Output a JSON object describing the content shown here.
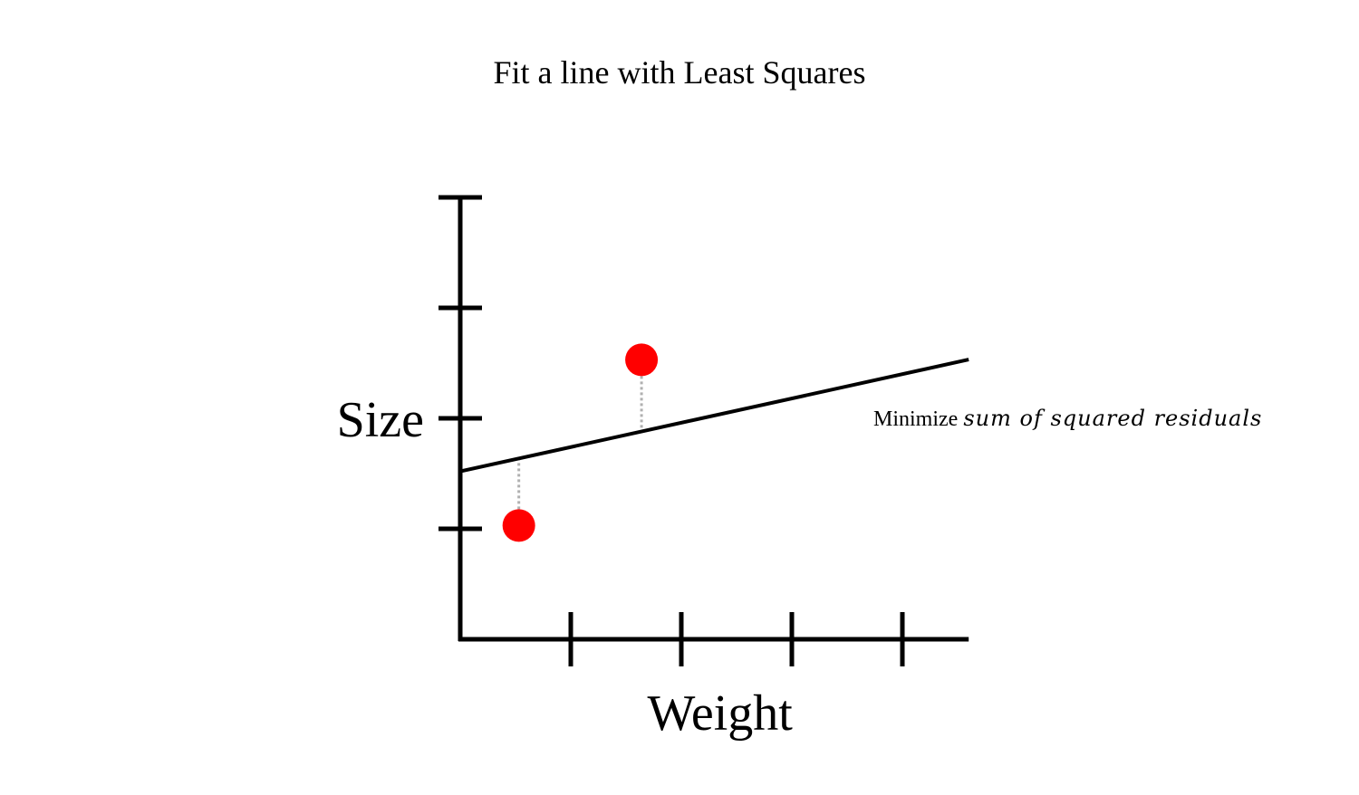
{
  "figure": {
    "title_plain": "Fit a line with ",
    "title_strong": "Least Squares",
    "annotation_plain": "Minimize ",
    "annotation_italic": "sum of squared residuals"
  },
  "chart_data": {
    "type": "scatter",
    "xlabel": "Weight",
    "ylabel": "Size",
    "xlim": [
      0,
      4.6
    ],
    "ylim": [
      0,
      4
    ],
    "x_ticks": [
      1,
      2,
      3,
      4
    ],
    "y_ticks": [
      1,
      2,
      3,
      4
    ],
    "grid": false,
    "points": [
      {
        "x": 0.53,
        "y": 1.03
      },
      {
        "x": 1.64,
        "y": 2.53
      }
    ],
    "fit_line": {
      "intercept": 1.52,
      "slope": 0.22,
      "x_range": [
        0,
        4.6
      ]
    },
    "residuals": true,
    "colors": {
      "points": "#ff0000",
      "line": "#000000",
      "axes": "#000000",
      "residuals": "#b0b0b0"
    }
  }
}
